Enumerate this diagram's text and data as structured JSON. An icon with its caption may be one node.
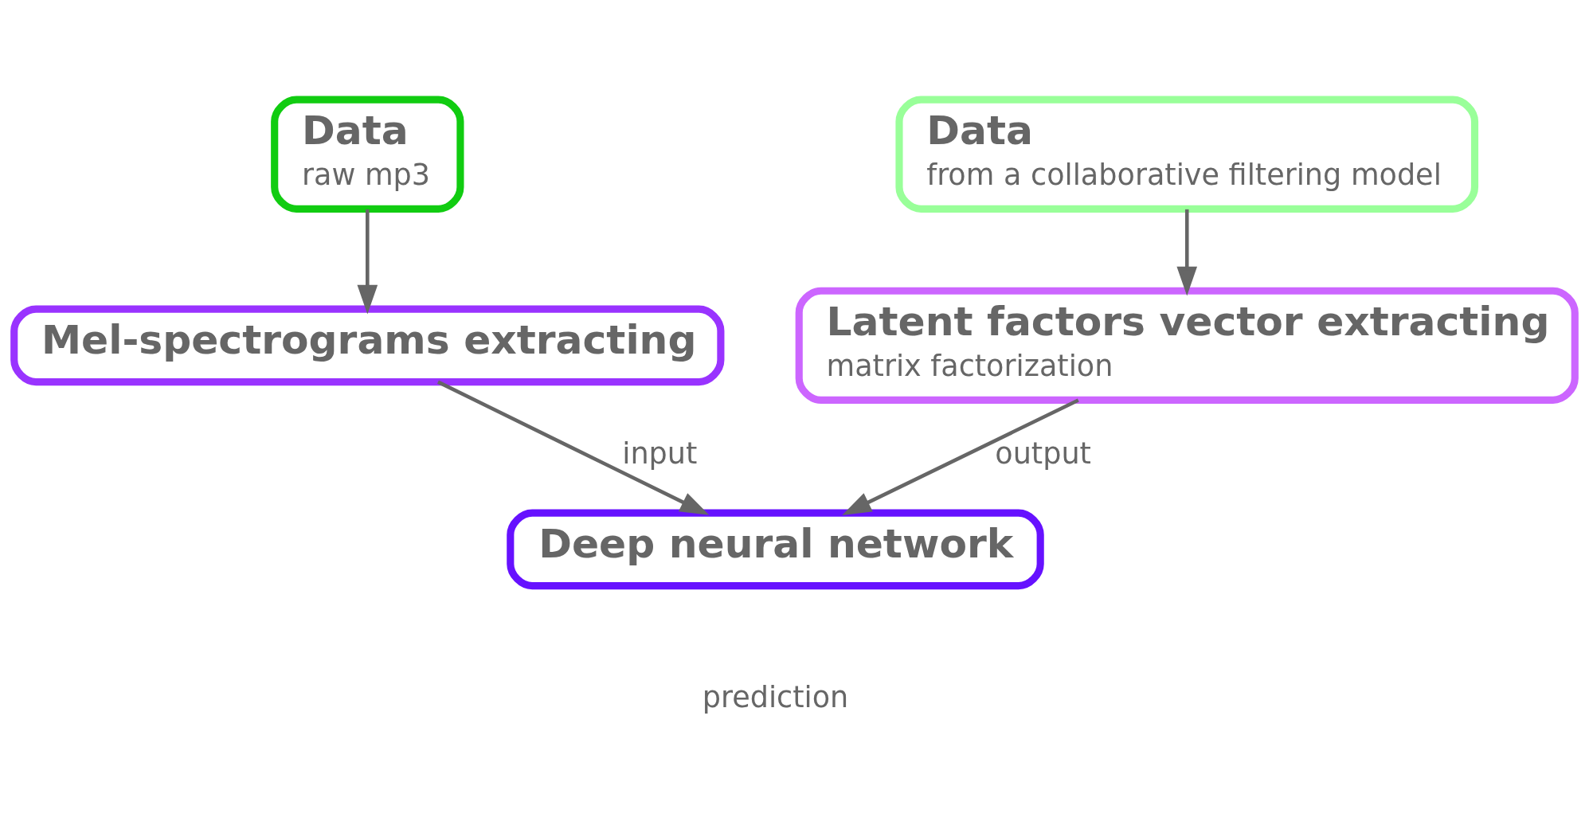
{
  "diagram": {
    "nodes": [
      {
        "text": [
          "Data",
          "raw mp3"
        ]
      },
      {
        "text": [
          "Mel-spectrograms extracting"
        ]
      },
      {
        "text": [
          "Data",
          "from a collaborative filtering model"
        ]
      },
      {
        "text": [
          "Latent factors vector extracting",
          "matrix factorization"
        ]
      },
      {
        "text": [
          "Deep neural network"
        ],
        "beside": [
          "prediction"
        ]
      }
    ],
    "edges": [
      {
        "from": 0,
        "to": 1,
        "arrow": "to"
      },
      {
        "from": 1,
        "to": 4,
        "arrow": "to",
        "label": "input"
      },
      {
        "from": 2,
        "to": 3,
        "arrow": "to"
      },
      {
        "from": 3,
        "to": 4,
        "arrow": "to",
        "label": "output"
      }
    ]
  }
}
